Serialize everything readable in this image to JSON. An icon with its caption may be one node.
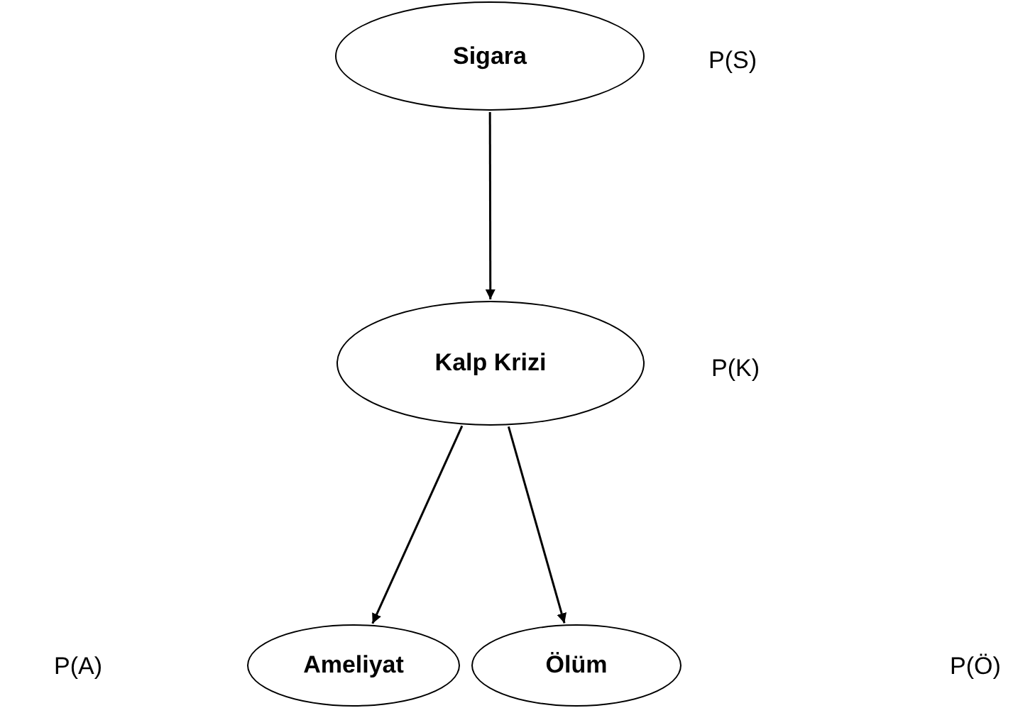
{
  "diagram": {
    "nodes": [
      {
        "text": [
          "Sigara"
        ],
        "beside": [
          "P(S)"
        ]
      },
      {
        "text": [
          "Kalp Krizi"
        ],
        "beside": [
          "P(K)"
        ]
      },
      {
        "text": [
          "Ameliyat"
        ]
      },
      {
        "text": [
          "Ölüm"
        ]
      }
    ],
    "edges": [
      {
        "from": 0,
        "to": 1,
        "arrow": "to"
      },
      {
        "from": 1,
        "to": 2,
        "arrow": "to"
      },
      {
        "from": 1,
        "to": 3,
        "arrow": "to"
      }
    ],
    "labels": [
      "P(A)",
      "P(Ö)"
    ]
  }
}
